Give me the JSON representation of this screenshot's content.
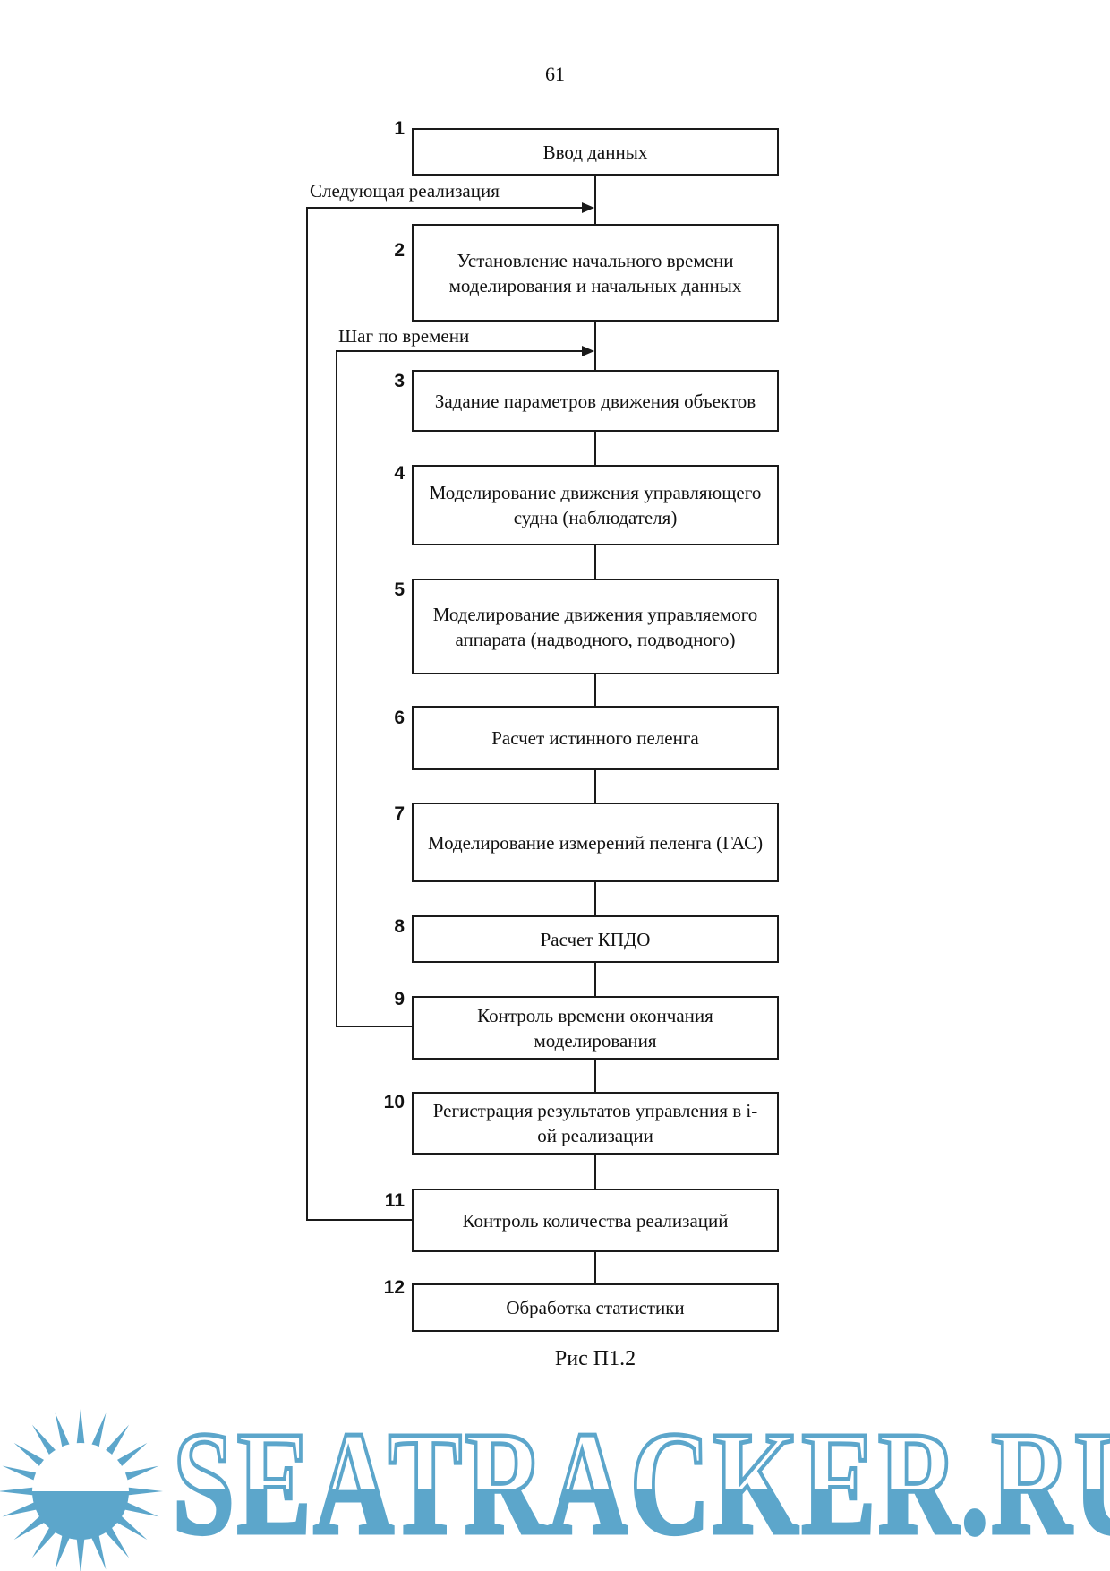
{
  "page": {
    "number": "61",
    "figure_caption": "Рис П1.2"
  },
  "flowchart": {
    "boxes": [
      {
        "num": "1",
        "label": "Ввод данных"
      },
      {
        "num": "2",
        "label": "Установление начального времени моделирования и начальных данных"
      },
      {
        "num": "3",
        "label": "Задание параметров движения объектов"
      },
      {
        "num": "4",
        "label": "Моделирование движения управляющего судна (наблюдателя)"
      },
      {
        "num": "5",
        "label": "Моделирование движения управляемого аппарата (надводного, подводного)"
      },
      {
        "num": "6",
        "label": "Расчет истинного пеленга"
      },
      {
        "num": "7",
        "label": "Моделирование измерений пеленга (ГАС)"
      },
      {
        "num": "8",
        "label": "Расчет КПДО"
      },
      {
        "num": "9",
        "label": "Контроль времени окончания моделирования"
      },
      {
        "num": "10",
        "label": "Регистрация результатов управления в i- ой реализации"
      },
      {
        "num": "11",
        "label": "Контроль количества реализаций"
      },
      {
        "num": "12",
        "label": "Обработка статистики"
      }
    ],
    "loops": [
      {
        "label": "Следующая реализация",
        "from_box": "11",
        "to_box": "2"
      },
      {
        "label": "Шаг по времени",
        "from_box": "9",
        "to_box": "3"
      }
    ]
  },
  "watermark": {
    "text": "SEATRACKER.RU",
    "color": "#5ca6cb",
    "icon": "sun-logo"
  }
}
